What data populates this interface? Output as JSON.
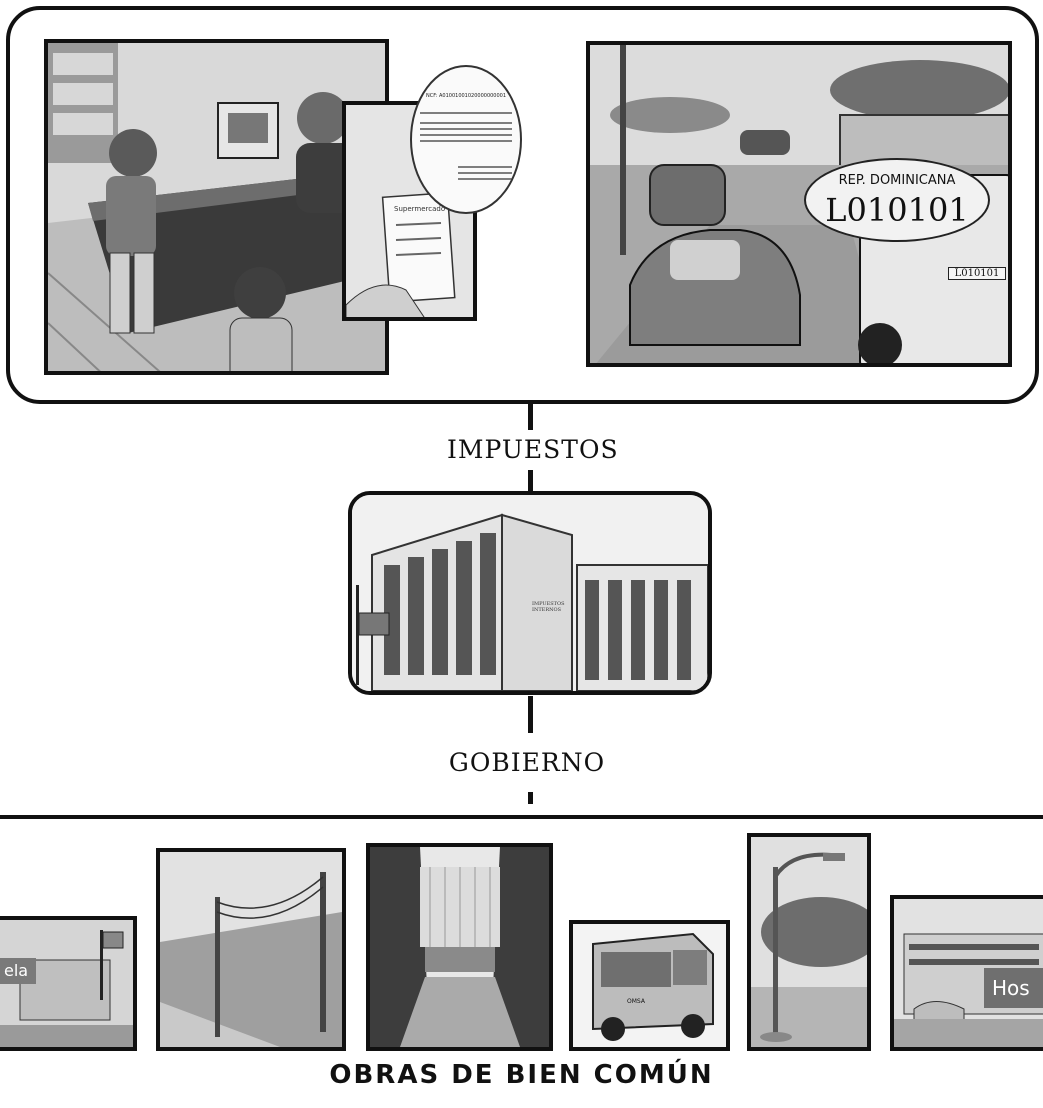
{
  "labels": {
    "impuestos": "IMPUESTOS",
    "gobierno": "GOBIERNO",
    "obras": "OBRAS DE BIEN COMÚN"
  },
  "store_scene": {
    "receipt_header": "NCF: A01001001020000000001",
    "receipt_store": "Supermercado"
  },
  "car_scene": {
    "plate_country": "REP. DOMINICANA",
    "plate_number": "L010101",
    "small_plate": "L010101"
  },
  "building": {
    "sign": "IMPUESTOS INTERNOS"
  },
  "works": {
    "school_sign": "ela",
    "bus_sign": "OMSA",
    "hospital_sign": "Hos"
  }
}
